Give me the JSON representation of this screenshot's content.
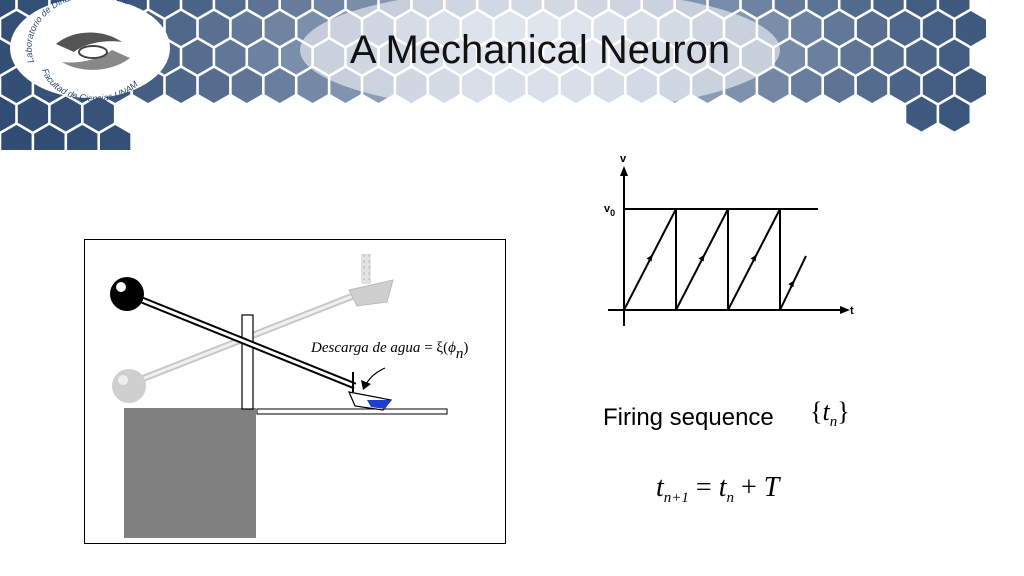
{
  "slide": {
    "title": "A Mechanical Neuron"
  },
  "logo": {
    "text_top": "Laboratorio de Dinámica No Lineal",
    "text_bottom": "Facultad de Ciencias UNAM"
  },
  "diagram": {
    "caption_label": "Descarga de agua",
    "caption_equals": " = ",
    "caption_xi": "ξ",
    "caption_phi": "ϕ",
    "caption_sub": "n"
  },
  "graph": {
    "y_axis_label": "v",
    "threshold_label": "v",
    "threshold_sub": "0",
    "x_axis_label": "t"
  },
  "firing": {
    "label": "Firing sequence",
    "set_var": "t",
    "set_sub": "n"
  },
  "formula": {
    "lhs_var": "t",
    "lhs_sub": "n+1",
    "eq": " = ",
    "rhs_var": "t",
    "rhs_sub": "n",
    "plus": " + ",
    "period": "T"
  },
  "colors": {
    "hex_dark": "#2e4a72",
    "hex_light": "#c9d4e4",
    "water": "#1f3fd1",
    "block": "#808080"
  }
}
